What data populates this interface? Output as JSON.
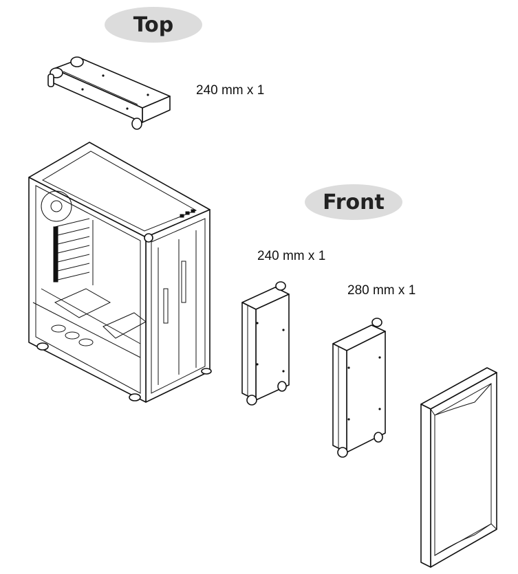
{
  "sections": {
    "top": {
      "title": "Top",
      "radiator_label": "240 mm x 1"
    },
    "front": {
      "title": "Front",
      "radiator_240_label": "240 mm x 1",
      "radiator_280_label": "280 mm x 1"
    }
  },
  "colors": {
    "pill_background": "#dcdcdc",
    "line": "#111111",
    "background": "#ffffff"
  }
}
